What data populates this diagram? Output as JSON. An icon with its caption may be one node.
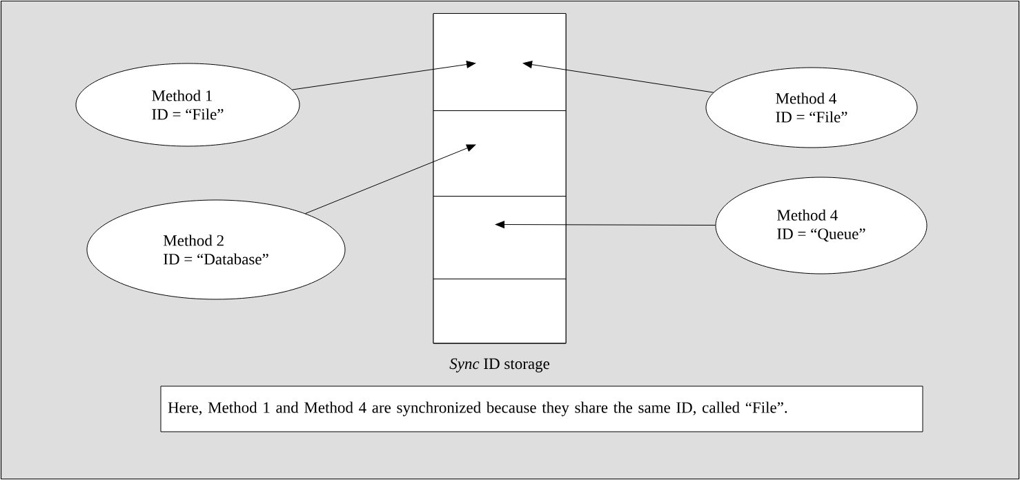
{
  "diagram": {
    "nodes": [
      {
        "text": [
          "Method 1",
          "ID = “File”"
        ]
      },
      {
        "text": [
          "Method 2",
          "ID = “Database”"
        ]
      },
      {
        "text": [],
        "shape": "box",
        "beside": [
          "*Sync* ID storage"
        ]
      },
      {
        "text": [],
        "shape": "box",
        "in": 2
      },
      {
        "text": [],
        "shape": "box",
        "in": 2
      },
      {
        "text": [],
        "shape": "box",
        "in": 2
      },
      {
        "text": [],
        "shape": "box",
        "in": 2
      },
      {
        "text": [
          "Method 4",
          "ID = “File”"
        ]
      },
      {
        "text": [
          "Method 4",
          "ID = “Queue”"
        ]
      },
      {
        "text": [
          "Here, Method 1 and Method 4 are synchronized because they share the same ID, called “File”."
        ]
      }
    ],
    "edges": [
      {
        "from": 0,
        "to": 3,
        "arrow": "to"
      },
      {
        "from": 7,
        "to": 3,
        "arrow": "to"
      },
      {
        "from": 1,
        "to": 4,
        "arrow": "to"
      },
      {
        "from": 8,
        "to": 5,
        "arrow": "to"
      }
    ]
  }
}
